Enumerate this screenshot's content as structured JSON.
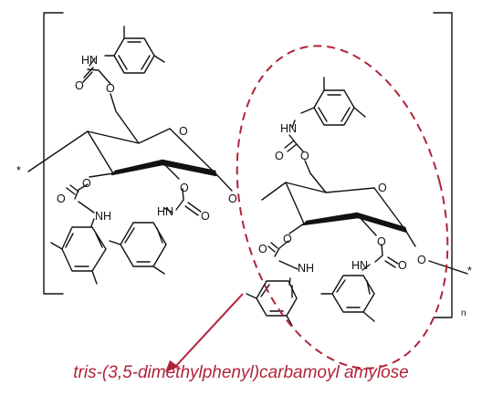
{
  "labels": {
    "O": "O",
    "HN": "HN",
    "NH": "NH",
    "star": "*",
    "n": "n"
  },
  "caption": "tris-(3,5-dimethylphenyl)carbamoyl amylose",
  "colors": {
    "ink": "#111111",
    "accent": "#b0233a"
  }
}
